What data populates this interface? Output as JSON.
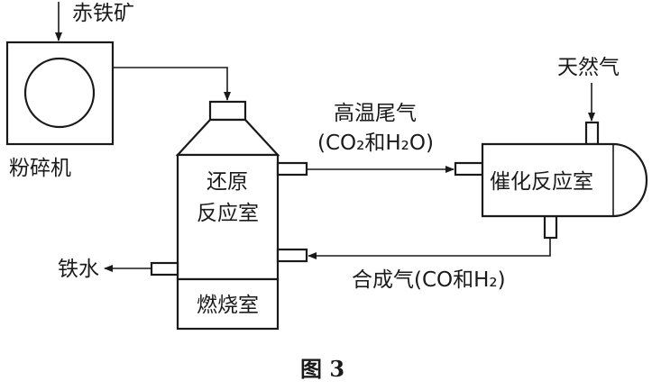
{
  "labels": {
    "ore": "赤铁矿",
    "crusher": "粉碎机",
    "reduction_line1": "还原",
    "reduction_line2": "反应室",
    "combustion": "燃烧室",
    "hot_gas": "高温尾气",
    "hot_gas_formula": "(CO₂和H₂O)",
    "natural_gas": "天然气",
    "catalytic": "催化反应室",
    "syngas": "合成气(CO和H₂)",
    "molten_iron": "铁水"
  },
  "caption": "图 3"
}
